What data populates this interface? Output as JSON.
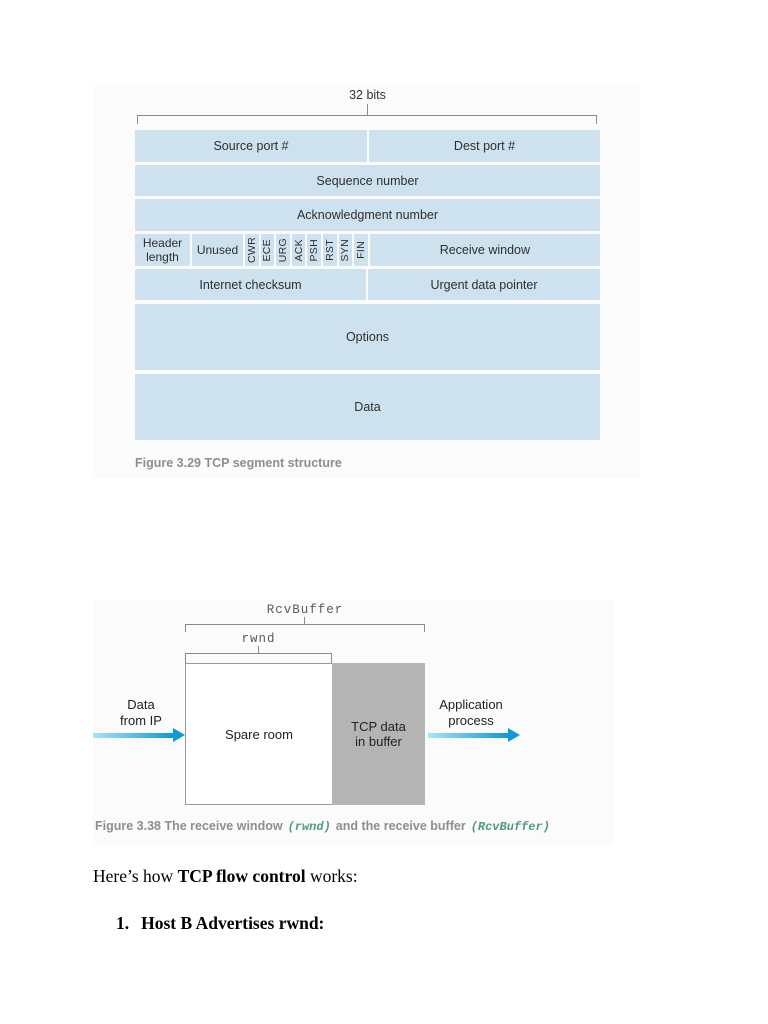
{
  "figure1": {
    "bits_label": "32 bits",
    "caption": "Figure 3.29 TCP segment structure",
    "cells": {
      "source_port": "Source port #",
      "dest_port": "Dest port #",
      "sequence": "Sequence number",
      "ack": "Acknowledgment number",
      "header_length": "Header length",
      "unused": "Unused",
      "flags": [
        "CWR",
        "ECE",
        "URG",
        "ACK",
        "PSH",
        "RST",
        "SYN",
        "FIN"
      ],
      "receive_window": "Receive window",
      "checksum": "Internet checksum",
      "urgent": "Urgent data pointer",
      "options": "Options",
      "data": "Data"
    },
    "colors": {
      "cell_blue": "#cde2ee",
      "caption_gray": "#8e8e8e"
    }
  },
  "figure2": {
    "rcvbuffer_label": "RcvBuffer",
    "rwnd_label": "rwnd",
    "spare_room": "Spare room",
    "tcp_data": "TCP data\nin buffer",
    "data_from_ip": "Data\nfrom IP",
    "app_process": "Application\nprocess",
    "caption_part1": "Figure 3.38 The receive window",
    "caption_code1": "(rwnd)",
    "caption_part2": "and the receive buffer",
    "caption_code2": "(RcvBuffer)",
    "colors": {
      "arrow_start": "#a9e3f8",
      "arrow_end": "#0d9ad7",
      "buffer_gray": "#b4b4b4",
      "code_teal": "#4f9c7c"
    }
  },
  "body_text": {
    "para_prefix": "Here’s how ",
    "para_bold": "TCP flow control",
    "para_suffix": " works:",
    "list_number": "1.",
    "list_text": "Host B Advertises rwnd:"
  }
}
